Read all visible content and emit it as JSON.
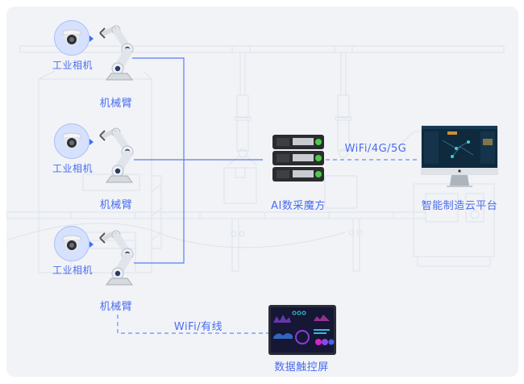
{
  "diagram": {
    "title": "",
    "colors": {
      "accent": "#4a6cf0",
      "line": "#5b7cf2",
      "panel_bg": "#f1f3f6",
      "blueprint": "#dde3ec"
    },
    "nodes": {
      "cameras": [
        {
          "label": "工业相机",
          "icon": "dome-camera-icon"
        },
        {
          "label": "工业相机",
          "icon": "dome-camera-icon"
        },
        {
          "label": "工业相机",
          "icon": "dome-camera-icon"
        }
      ],
      "arms": [
        {
          "label": "机械臂",
          "icon": "robot-arm-icon"
        },
        {
          "label": "机械臂",
          "icon": "robot-arm-icon"
        },
        {
          "label": "机械臂",
          "icon": "robot-arm-icon"
        }
      ],
      "server": {
        "label": "AI数采魔方",
        "icon": "server-rack-icon"
      },
      "cloud": {
        "label": "智能制造云平台",
        "icon": "monitor-dashboard-icon"
      },
      "touchscreen": {
        "label": "数据触控屏",
        "icon": "tablet-dashboard-icon"
      }
    },
    "edges": [
      {
        "from": "arms",
        "to": "server",
        "style": "solid",
        "label": ""
      },
      {
        "from": "server",
        "to": "cloud",
        "style": "dashed",
        "label": "WiFi/4G/5G"
      },
      {
        "from": "arms",
        "to": "touchscreen",
        "style": "dashed",
        "label": "WiFi/有线"
      }
    ]
  }
}
